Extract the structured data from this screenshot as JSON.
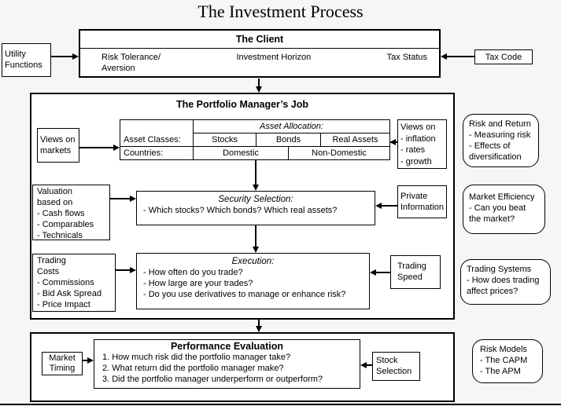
{
  "page": {
    "title": "The Investment Process"
  },
  "colors": {
    "border": "#000000",
    "box_bg": "#ffffff",
    "page_bg": "#f5f6f8"
  },
  "client": {
    "title": "The Client",
    "risk_tolerance": "Risk Tolerance/\nAversion",
    "investment_horizon": "Investment Horizon",
    "tax_status": "Tax Status"
  },
  "inputs": {
    "utility_functions": "Utility\nFunctions",
    "tax_code": "Tax Code"
  },
  "manager": {
    "title": "The Portfolio Manager’s Job",
    "allocation": {
      "header": "Asset Allocation:",
      "row_labels": [
        "Asset Classes:",
        "Countries:"
      ],
      "asset_classes": [
        "Stocks",
        "Bonds",
        "Real Assets"
      ],
      "countries": [
        "Domestic",
        "Non-Domestic"
      ]
    },
    "views_on_markets": "Views on\nmarkets",
    "views_on_factors": "Views on\n- inflation\n- rates\n- growth",
    "security_selection": {
      "title": "Security Selection:",
      "body": "- Which stocks? Which bonds? Which real assets?"
    },
    "valuation": "Valuation\nbased on\n- Cash flows\n- Comparables\n- Technicals",
    "private_information": "Private\nInformation",
    "execution": {
      "title": "Execution:",
      "body": "- How often do you trade?\n- How large are your trades?\n- Do you use derivatives to manage or enhance risk?"
    },
    "trading_costs": "Trading\nCosts\n- Commissions\n- Bid Ask Spread\n- Price Impact",
    "trading_speed": "Trading\nSpeed"
  },
  "performance": {
    "title": "Performance Evaluation",
    "body": "1. How much risk did the portfolio manager take?\n2. What return did the portfolio manager make?\n3. Did the portfolio manager underperform or outperform?",
    "market_timing": "Market\nTiming",
    "stock_selection": "Stock\nSelection"
  },
  "side_notes": [
    {
      "text": "Risk and Return\n- Measuring risk\n- Effects of\ndiversification"
    },
    {
      "text": "Market Efficiency\n- Can you beat\nthe market?"
    },
    {
      "text": "Trading Systems\n- How does trading\naffect prices?"
    },
    {
      "text": "Risk Models\n- The CAPM\n- The APM"
    }
  ]
}
